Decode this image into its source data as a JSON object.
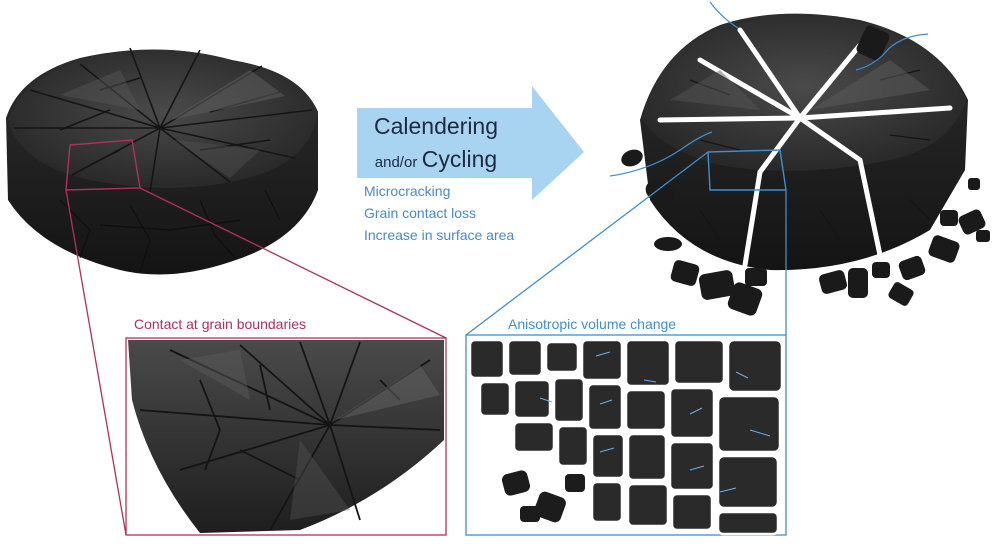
{
  "process_arrow": {
    "line1": "Calendering",
    "line2_small": "and/or",
    "line2_big": "Cycling",
    "color": "#a8d4f2"
  },
  "effects": [
    "Microcracking",
    "Grain contact loss",
    "Increase in surface area"
  ],
  "left_panel": {
    "zoom_label": "Contact at grain boundaries",
    "frame_color": "#b0305e"
  },
  "right_panel": {
    "zoom_label": "Anisotropic volume change",
    "frame_color": "#3e8ed0"
  }
}
